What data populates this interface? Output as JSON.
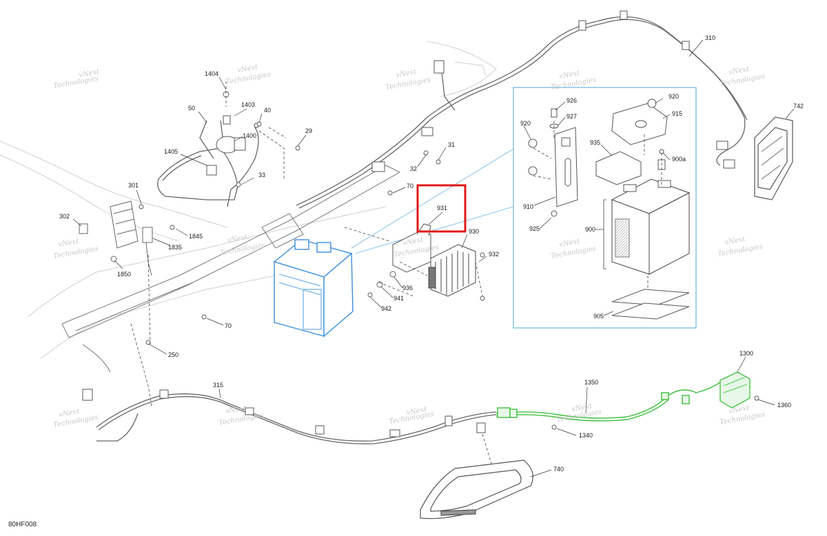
{
  "diagram_code": "80HF008",
  "watermark": {
    "line1": "vNext",
    "line2": "Technologies"
  },
  "callouts": {
    "c1404": "1404",
    "c1403": "1403",
    "c50": "50",
    "c40": "40",
    "c1400": "1400",
    "c29": "29",
    "c1405": "1405",
    "c31": "31",
    "c32": "32",
    "c33": "33",
    "c301": "301",
    "c302": "302",
    "c1845": "1845",
    "c1835": "1835",
    "c1850": "1850",
    "c70a": "70",
    "c70b": "70",
    "c250": "250",
    "c931": "931",
    "c930": "930",
    "c932": "932",
    "c936": "936",
    "c941": "941",
    "c942": "942",
    "c310": "310",
    "c742": "742",
    "c920a": "920",
    "c920b": "920",
    "c926": "926",
    "c927": "927",
    "c915": "915",
    "c935": "935",
    "c900a": "900a",
    "c910": "910",
    "c925": "925",
    "c900": "900",
    "c905": "905",
    "c315": "315",
    "c1350": "1350",
    "c1300": "1300",
    "c1360": "1360",
    "c1340": "1340",
    "c740": "740"
  },
  "colors": {
    "line": "#555555",
    "battery_highlight": "#3b8fe0",
    "harness_highlight": "#3dbf3d",
    "selection_box": "#e01818",
    "inset_border": "#6ab4e8"
  }
}
